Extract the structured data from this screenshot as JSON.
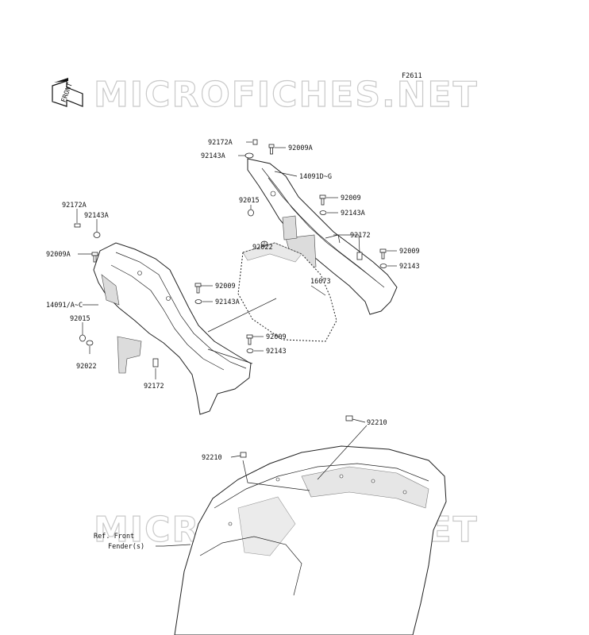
{
  "figure_id": "F2611",
  "front_arrow_text": "FRONT",
  "watermark_text": "MICROFICHES.NET",
  "ref_note": {
    "line1": "Ref. Front",
    "line2": "Fender(s)"
  },
  "labels": {
    "l1": "92172A",
    "l2": "92009A",
    "l3": "92143A",
    "l4": "14091D~G",
    "l5": "92015",
    "l6": "92009",
    "l7": "92143A",
    "l8": "92172",
    "l9": "92009",
    "l10": "92022",
    "l11": "92143",
    "l12": "16073",
    "l13": "92172A",
    "l14": "92143A",
    "l15": "92009A",
    "l16": "92009",
    "l17": "92143A",
    "l18": "14091/A~C",
    "l19": "92015",
    "l20": "92009",
    "l21": "92143",
    "l22": "92022",
    "l23": "92172",
    "l24": "92210",
    "l25": "92210"
  }
}
